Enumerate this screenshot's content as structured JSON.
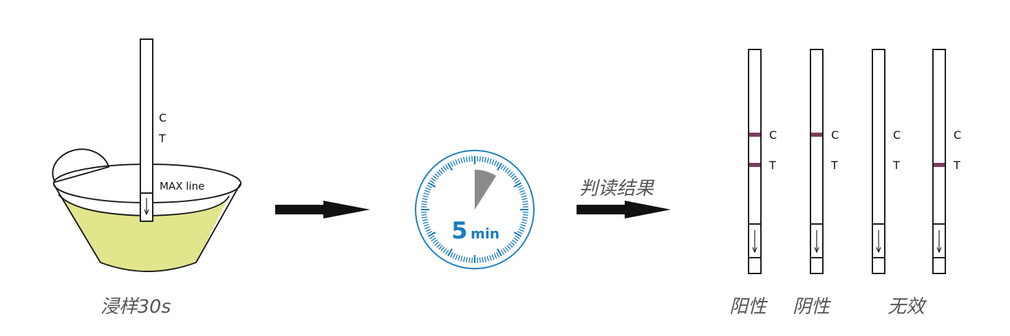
{
  "step1": {
    "caption": "浸样30s",
    "strip_label_c": "C",
    "strip_label_t": "T",
    "max_line_label": "MAX line"
  },
  "step2": {
    "timer_number": "5",
    "timer_unit": "min",
    "timer_fill_fraction": 0.09
  },
  "step3": {
    "caption": "判读结果"
  },
  "results": {
    "label_c": "C",
    "label_t": "T",
    "positive_caption": "阳性",
    "negative_caption": "阴性",
    "invalid_caption": "无效",
    "strips": [
      {
        "c_line": true,
        "t_line": true
      },
      {
        "c_line": true,
        "t_line": false
      },
      {
        "c_line": false,
        "t_line": false
      },
      {
        "c_line": false,
        "t_line": true
      }
    ]
  },
  "colors": {
    "liquid": "#e1e58c",
    "band": "#7a3d5c",
    "timer_accent": "#1b7cc1",
    "timer_wedge": "#8a8a8a",
    "arrow": "#111111",
    "stroke": "#1a1a1a"
  }
}
